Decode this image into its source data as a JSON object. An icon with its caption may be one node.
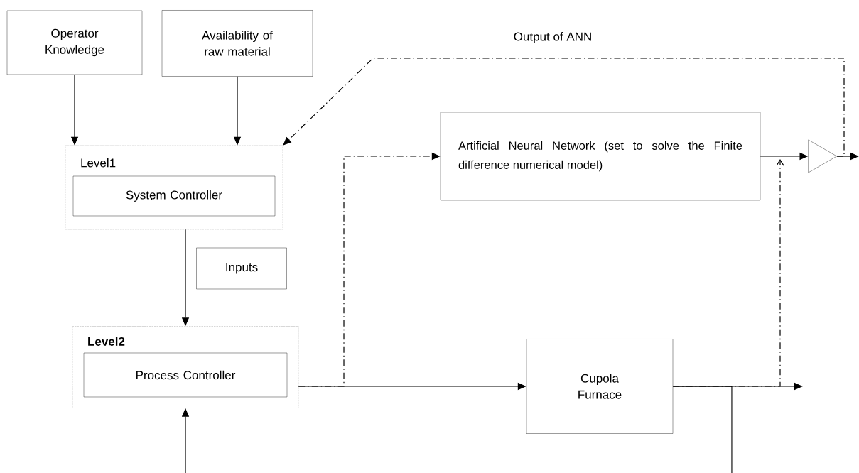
{
  "diagram": {
    "nodes": [
      {
        "text": [
          "Operator Knowledge"
        ]
      },
      {
        "text": [
          "Availability of raw material"
        ]
      },
      {
        "text": [
          "Level1"
        ]
      },
      {
        "text": [
          "System Controller"
        ],
        "in": 2
      },
      {
        "text": [
          "Inputs"
        ]
      },
      {
        "text": [
          "Level2"
        ]
      },
      {
        "text": [
          "Process Controller"
        ],
        "in": 5
      },
      {
        "text": [
          "Artificial Neural Network (set to solve the Finite difference numerical model)"
        ]
      },
      {
        "text": [
          "Cupola Furnace"
        ]
      },
      {
        "text": [],
        "shape": "triangle"
      }
    ],
    "edges": [
      {
        "from": 0,
        "to": 2,
        "arrow": "to"
      },
      {
        "from": 1,
        "to": 2,
        "arrow": "to"
      },
      {
        "from": 2,
        "to": 5,
        "arrow": "to"
      },
      {
        "from": null,
        "to": 5,
        "arrow": "to"
      },
      {
        "from": 5,
        "to": 7,
        "arrow": "to",
        "style": "dashed"
      },
      {
        "from": 5,
        "to": 8,
        "arrow": "to"
      },
      {
        "from": 7,
        "to": 9,
        "arrow": "to"
      },
      {
        "from": 8,
        "to": null,
        "arrow": "to"
      },
      {
        "from": 8,
        "to": null,
        "arrow": "none"
      },
      {
        "from": 8,
        "to": null,
        "arrow": "to",
        "style": "dashed"
      },
      {
        "from": 9,
        "to": null,
        "arrow": "to"
      },
      {
        "from": 9,
        "to": 2,
        "arrow": "to",
        "style": "dashed",
        "label": "Output of ANN"
      }
    ]
  }
}
